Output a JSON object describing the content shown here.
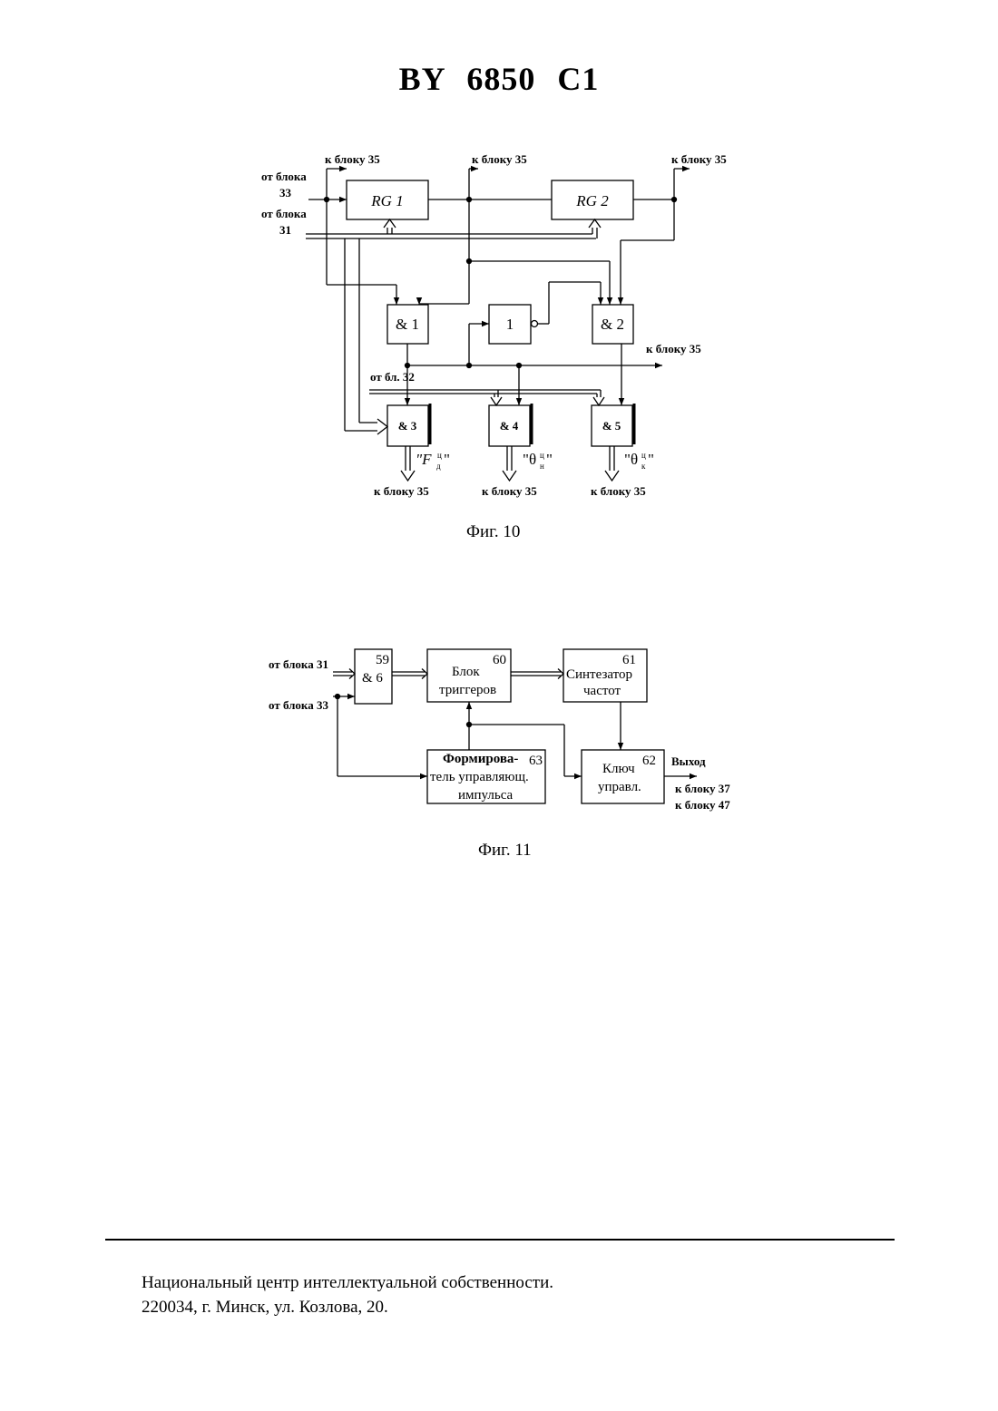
{
  "header": {
    "title": "BY  6850  C1"
  },
  "fig10": {
    "caption": "Фиг. 10",
    "labels": {
      "to35": "к блоку 35",
      "from_block": "от блока",
      "n33": "33",
      "n31": "31",
      "from32": "от бл. 32"
    },
    "blocks": {
      "rg1": "RG 1",
      "rg2": "RG 2",
      "and1": "& 1",
      "not1": "1",
      "and2": "& 2",
      "and3": "& 3",
      "and4": "& 4",
      "and5": "& 5"
    },
    "outputs": {
      "f_base": "\"F",
      "f_sup": "ц",
      "f_sub": "д",
      "th_h_base": "\"θ",
      "th_h_sup": "ц",
      "th_h_sub": "н",
      "th_k_base": "\"θ",
      "th_k_sup": "ц",
      "th_k_sub": "к",
      "close": "\""
    }
  },
  "fig11": {
    "caption": "Фиг. 11",
    "labels": {
      "from31": "от блока 31",
      "from33": "от блока 33",
      "output": "Выход",
      "to37": "к блоку 37",
      "to47": "к блоку 47"
    },
    "blocks": {
      "b59_num": "59",
      "b59_text": "& 6",
      "b60_num": "60",
      "b60_line1": "Блок",
      "b60_line2": "триггеров",
      "b61_num": "61",
      "b61_line1": "Синтезатор",
      "b61_line2": "частот",
      "b62_num": "62",
      "b62_line1": "Ключ",
      "b62_line2": "управл.",
      "b63_num": "63",
      "b63_line1": "Формирова-",
      "b63_line2": "тель управляющ.",
      "b63_line3": "импульса"
    }
  },
  "footer": {
    "line1": "Национальный центр интеллектуальной собственности.",
    "line2": "220034, г. Минск, ул. Козлова, 20."
  }
}
